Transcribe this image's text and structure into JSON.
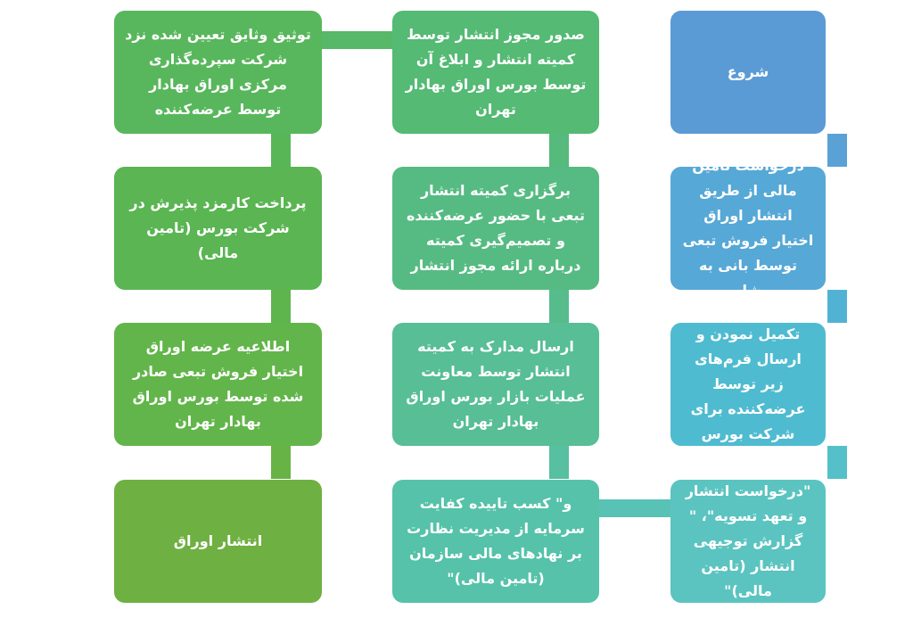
{
  "colors": {
    "right": [
      "#5B9BD5",
      "#56A8D6",
      "#4FBBD0",
      "#5BC4C0"
    ],
    "middle": [
      "#54BA74",
      "#56BB82",
      "#57BE96",
      "#55C2A9"
    ],
    "left": [
      "#58B75C",
      "#5AB552",
      "#62B54A",
      "#6FB042"
    ]
  },
  "steps": {
    "s1": "شروع",
    "s2": "درخواست تامین مالی از طریق انتشار اوراق اختیار فروش تبعی توسط بانی به مشاور",
    "s3": "تکمیل نمودن و ارسال فرم‌های زیر توسط عرضه‌کننده برای شرکت بورس",
    "s4": "\"درخواست انتشار و تعهد تسویه\"، \" گزارش توجیهی انتشار (تامین مالی)\"",
    "s5": "و\" کسب تاییده کفایت سرمایه از مدیریت نظارت بر نهادهای مالی سازمان (تامین مالی)\"",
    "s6": "ارسال مدارک به کمیته انتشار توسط معاونت عملیات بازار بورس اوراق بهادار تهران",
    "s7": "برگزاری کمیته انتشار تبعی با حضور عرضه‌کننده و تصمیم‌گیری کمیته درباره ارائه مجوز انتشار",
    "s8": "صدور مجوز انتشار توسط کمیته انتشار و ابلاغ آن توسط بورس اوراق بهادار تهران",
    "s9": "توثیق وثایق تعیین شده نزد شرکت سپرده‌گذاری مرکزی اوراق بهادار توسط عرضه‌کننده",
    "s10": "پرداخت کارمزد پذیرش در شرکت بورس (تامین مالی)",
    "s11": "اطلاعیه عرضه اوراق اختیار فروش تبعی صادر شده توسط بورس اوراق بهادار تهران",
    "s12": "انتشار اوراق"
  }
}
